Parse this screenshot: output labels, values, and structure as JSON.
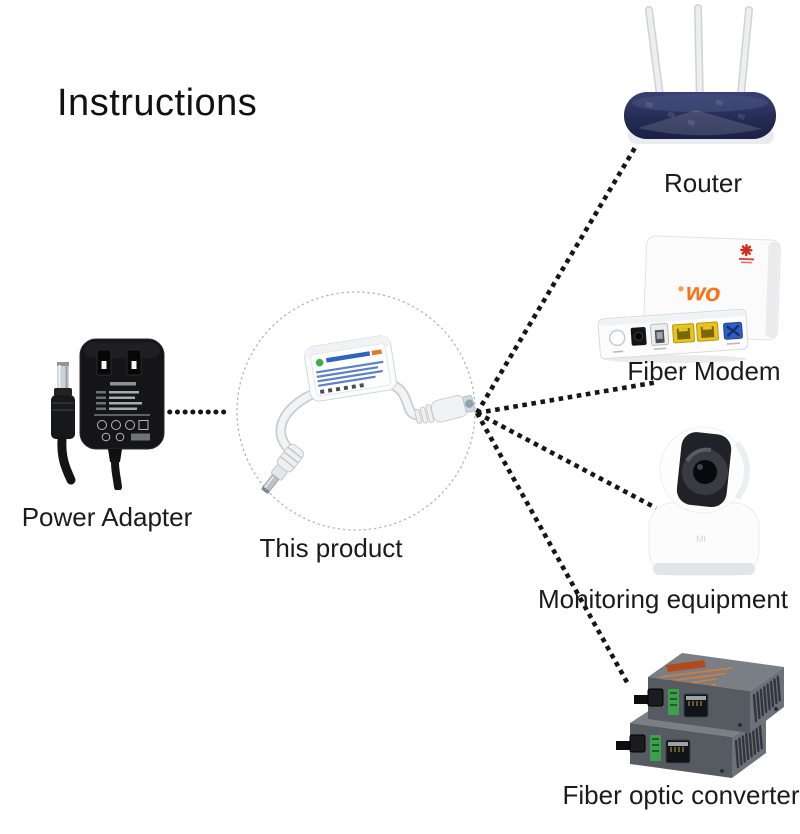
{
  "title": "Instructions",
  "labels": {
    "router": "Router",
    "fiber_modem": "Fiber Modem",
    "power_adapter": "Power Adapter",
    "this_product": "This product",
    "monitoring_equipment": "Monitoring equipment",
    "fiber_optic_converter": "Fiber optic converter"
  },
  "modem_logo_text": "wo",
  "camera_logo_text": "MI",
  "connections": [
    {
      "from": "power-adapter",
      "to": "this-product",
      "style": "dotted"
    },
    {
      "from": "this-product",
      "to": "router",
      "style": "dotted"
    },
    {
      "from": "this-product",
      "to": "fiber-modem",
      "style": "dotted"
    },
    {
      "from": "this-product",
      "to": "monitoring-equipment",
      "style": "dotted"
    },
    {
      "from": "this-product",
      "to": "fiber-optic-converter",
      "style": "dotted"
    }
  ],
  "colors": {
    "background": "#ffffff",
    "text": "#1b1b1b",
    "line": "#161616",
    "circle_dotted": "#b3b5b8",
    "router_navy": "#272f58",
    "modem_logo_orange": "#f97316",
    "modem_logo_red": "#d52b1e",
    "port_yellow": "#e8c51e",
    "port_blue": "#2e5ec6",
    "converter_gray": "#565b62",
    "converter_orange": "#e07b2a",
    "converter_green": "#3da04b",
    "adapter_black": "#151517"
  }
}
